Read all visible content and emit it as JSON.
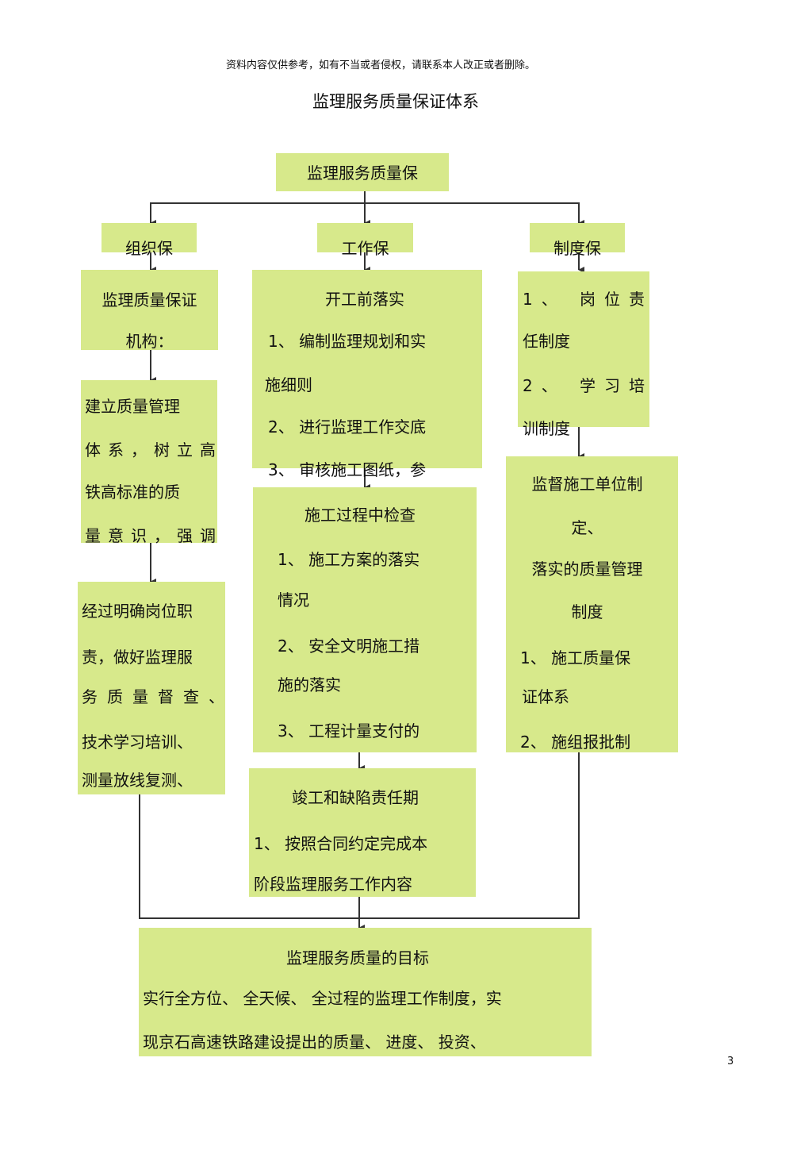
{
  "header": {
    "disclaimer": "资料内容仅供参考，如有不当或者侵权，请联系本人改正或者删除。",
    "title": "监理服务质量保证体系"
  },
  "diagram": {
    "root": "监理服务质量保",
    "branches": {
      "organization": "组织保",
      "work": "工作保",
      "system": "制度保"
    },
    "org_col": {
      "box1": [
        "监理质量保证",
        "机构："
      ],
      "box2": [
        "建立质量管理",
        "体系，树立高",
        "铁高标准的质",
        "量意识，强调"
      ],
      "box3": [
        "经过明确岗位职",
        "责，做好监理服",
        "务质量督查、",
        "技术学习培训、",
        "测量放线复测、"
      ]
    },
    "work_col": {
      "box1": [
        "开工前落实",
        "1、  编制监理规划和实",
        "施细则",
        "2、  进行监理工作交底",
        "3、  审核施工图纸，参"
      ],
      "box2": [
        "施工过程中检查",
        "1、  施工方案的落实",
        "情况",
        "2、  安全文明施工措",
        "施的落实",
        "3、  工程计量支付的"
      ],
      "box3": [
        "竣工和缺陷责任期",
        "1、  按照合同约定完成本",
        "阶段监理服务工作内容"
      ]
    },
    "sys_col": {
      "box1": [
        "1、  岗位责",
        "任制度",
        "2、  学习培",
        "训制度"
      ],
      "box2": [
        "监督施工单位制",
        "定、",
        "落实的质量管理",
        "制度",
        "1、  施工质量保",
        "证体系",
        "2、  施组报批制"
      ]
    },
    "goal": [
      "监理服务质量的目标",
      "实行全方位、  全天候、  全过程的监理工作制度，实",
      "现京石高速铁路建设提出的质量、      进度、  投资、"
    ]
  },
  "footer": {
    "page_number": "3"
  }
}
